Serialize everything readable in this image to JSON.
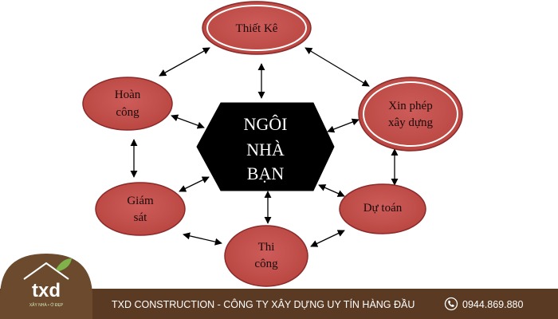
{
  "center": {
    "lines": [
      "NGÔI",
      "NHÀ",
      "BẠN"
    ]
  },
  "nodes": {
    "thiet_ke": [
      "Thiết Kê"
    ],
    "xin_phep": [
      "Xin phép",
      "xây dựng"
    ],
    "du_toan": [
      "Dự toán"
    ],
    "thi_cong": [
      "Thi",
      "công"
    ],
    "giam_sat": [
      "Giám",
      "sát"
    ],
    "hoan_cong": [
      "Hoàn",
      "công"
    ]
  },
  "footer": {
    "company": "TXD CONSTRUCTION - CÔNG TY XÂY DỰNG UY TÍN HÀNG ĐẦU",
    "phone": "0944.869.880",
    "logo_text": "txd",
    "logo_tagline": "XÂY NHÀ • Ở ĐẸP"
  },
  "colors": {
    "node_fill": "#c0504d",
    "node_ring": "#8b2a2a",
    "center_fill": "#000000",
    "footer_bg": "#5a3a22",
    "logo_bg": "#6b4a2e",
    "leaf": "#7fb24a"
  }
}
